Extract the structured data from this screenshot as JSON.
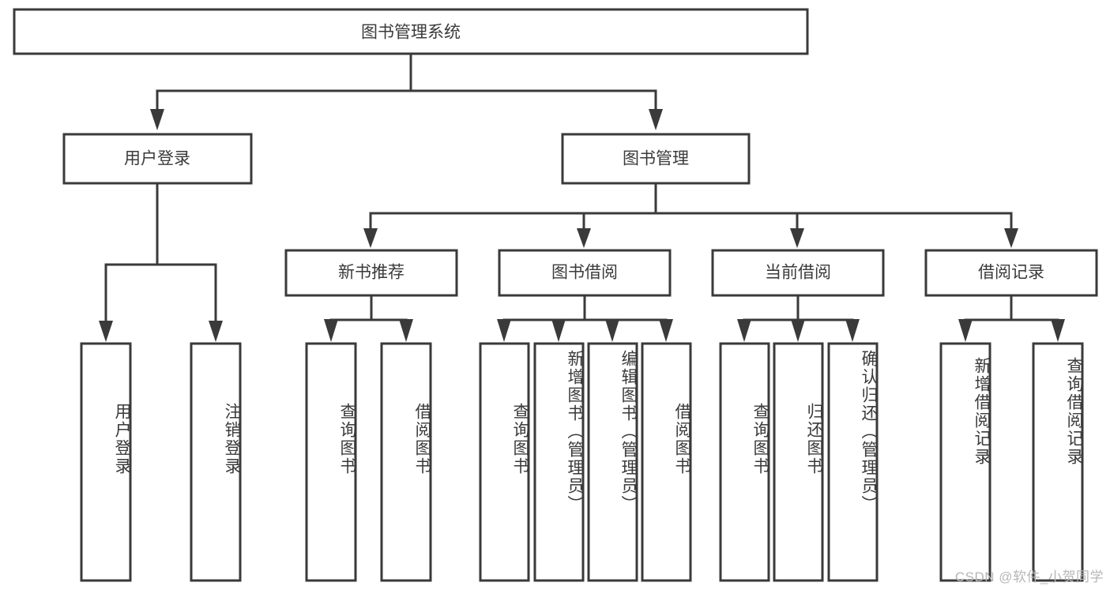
{
  "diagram": {
    "type": "hierarchy-tree",
    "title": "图书管理系统",
    "orientation": "top-down",
    "levels": 3,
    "root": {
      "id": "root",
      "label": "图书管理系统"
    },
    "level2": [
      {
        "id": "user-login",
        "label": "用户登录"
      },
      {
        "id": "book-manage",
        "label": "图书管理"
      }
    ],
    "level3": [
      {
        "id": "new-book-rec",
        "label": "新书推荐",
        "parent": "book-manage"
      },
      {
        "id": "book-borrow",
        "label": "图书借阅",
        "parent": "book-manage"
      },
      {
        "id": "current-borrow",
        "label": "当前借阅",
        "parent": "book-manage"
      },
      {
        "id": "borrow-record",
        "label": "借阅记录",
        "parent": "book-manage"
      }
    ],
    "leaves": {
      "user-login": [
        {
          "id": "leaf-user-login",
          "label": "用户登录"
        },
        {
          "id": "leaf-logout",
          "label": "注销登录"
        }
      ],
      "new-book-rec": [
        {
          "id": "leaf-query-book-1",
          "label": "查询图书"
        },
        {
          "id": "leaf-borrow-book-1",
          "label": "借阅图书"
        }
      ],
      "book-borrow": [
        {
          "id": "leaf-query-book-2",
          "label": "查询图书"
        },
        {
          "id": "leaf-add-book",
          "label": "新增图书（管理员）"
        },
        {
          "id": "leaf-edit-book",
          "label": "编辑图书（管理员）"
        },
        {
          "id": "leaf-borrow-book-2",
          "label": "借阅图书"
        }
      ],
      "current-borrow": [
        {
          "id": "leaf-query-book-3",
          "label": "查询图书"
        },
        {
          "id": "leaf-return-book",
          "label": "归还图书"
        },
        {
          "id": "leaf-confirm-return",
          "label": "确认归还（管理员）"
        }
      ],
      "borrow-record": [
        {
          "id": "leaf-add-record",
          "label": "新增借阅记录"
        },
        {
          "id": "leaf-query-record",
          "label": "查询借阅记录"
        }
      ]
    }
  },
  "watermark": {
    "text": "CSDN @软件_小贺同学"
  },
  "colors": {
    "stroke": "#3a3a3a",
    "fill": "#ffffff",
    "text": "#3a3a3a",
    "watermark": "#b6b6b6"
  }
}
